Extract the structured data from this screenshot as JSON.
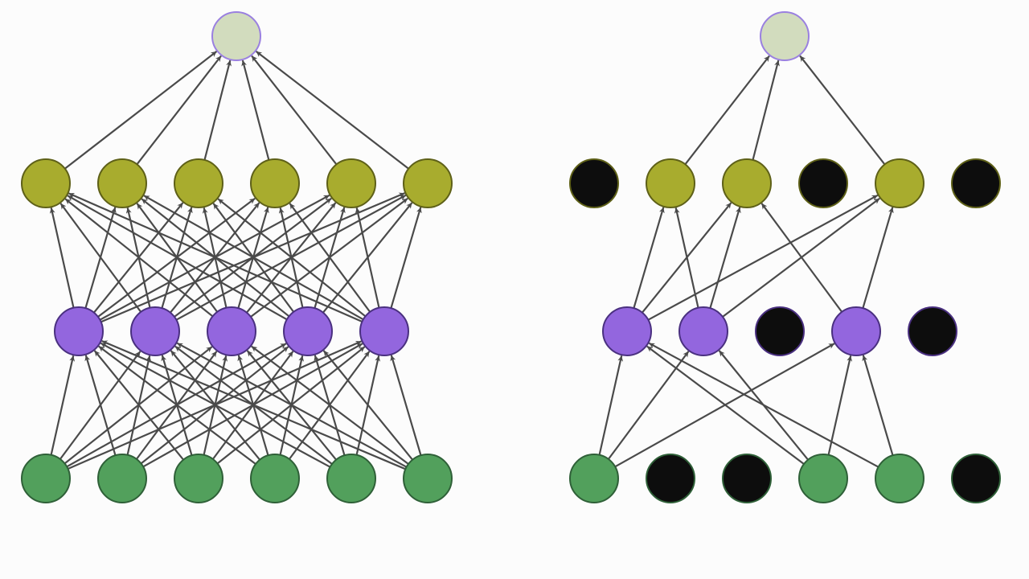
{
  "colors": {
    "background": "#fcfcfc",
    "edge": "#4a4a4a",
    "output_fill": "#d2dcbe",
    "output_stroke": "#9a80e0",
    "hidden2_fill": "#a8ac2e",
    "hidden2_stroke": "#5e6018",
    "hidden1_fill": "#9366de",
    "hidden1_stroke": "#4a3080",
    "input_fill": "#52a05c",
    "input_stroke": "#2f6038",
    "dropped_fill": "#0d0d0d"
  },
  "diagrams": [
    {
      "name": "standard-network",
      "layers": {
        "output": [
          true
        ],
        "hidden2": [
          true,
          true,
          true,
          true,
          true,
          true
        ],
        "hidden1": [
          true,
          true,
          true,
          true,
          true
        ],
        "input": [
          true,
          true,
          true,
          true,
          true,
          true
        ]
      }
    },
    {
      "name": "dropout-network",
      "layers": {
        "output": [
          true
        ],
        "hidden2": [
          false,
          true,
          true,
          false,
          true,
          false
        ],
        "hidden1": [
          true,
          true,
          false,
          true,
          false
        ],
        "input": [
          true,
          false,
          false,
          true,
          true,
          false
        ]
      },
      "edges": {
        "input_to_hidden1": [
          [
            0,
            0
          ],
          [
            0,
            1
          ],
          [
            0,
            3
          ],
          [
            3,
            0
          ],
          [
            3,
            1
          ],
          [
            3,
            3
          ],
          [
            4,
            0
          ],
          [
            4,
            3
          ]
        ],
        "hidden1_to_hidden2": [
          [
            0,
            1
          ],
          [
            0,
            2
          ],
          [
            0,
            4
          ],
          [
            1,
            1
          ],
          [
            1,
            2
          ],
          [
            1,
            4
          ],
          [
            3,
            2
          ],
          [
            3,
            4
          ]
        ],
        "hidden2_to_output": [
          [
            1,
            0
          ],
          [
            2,
            0
          ],
          [
            4,
            0
          ]
        ]
      }
    }
  ]
}
